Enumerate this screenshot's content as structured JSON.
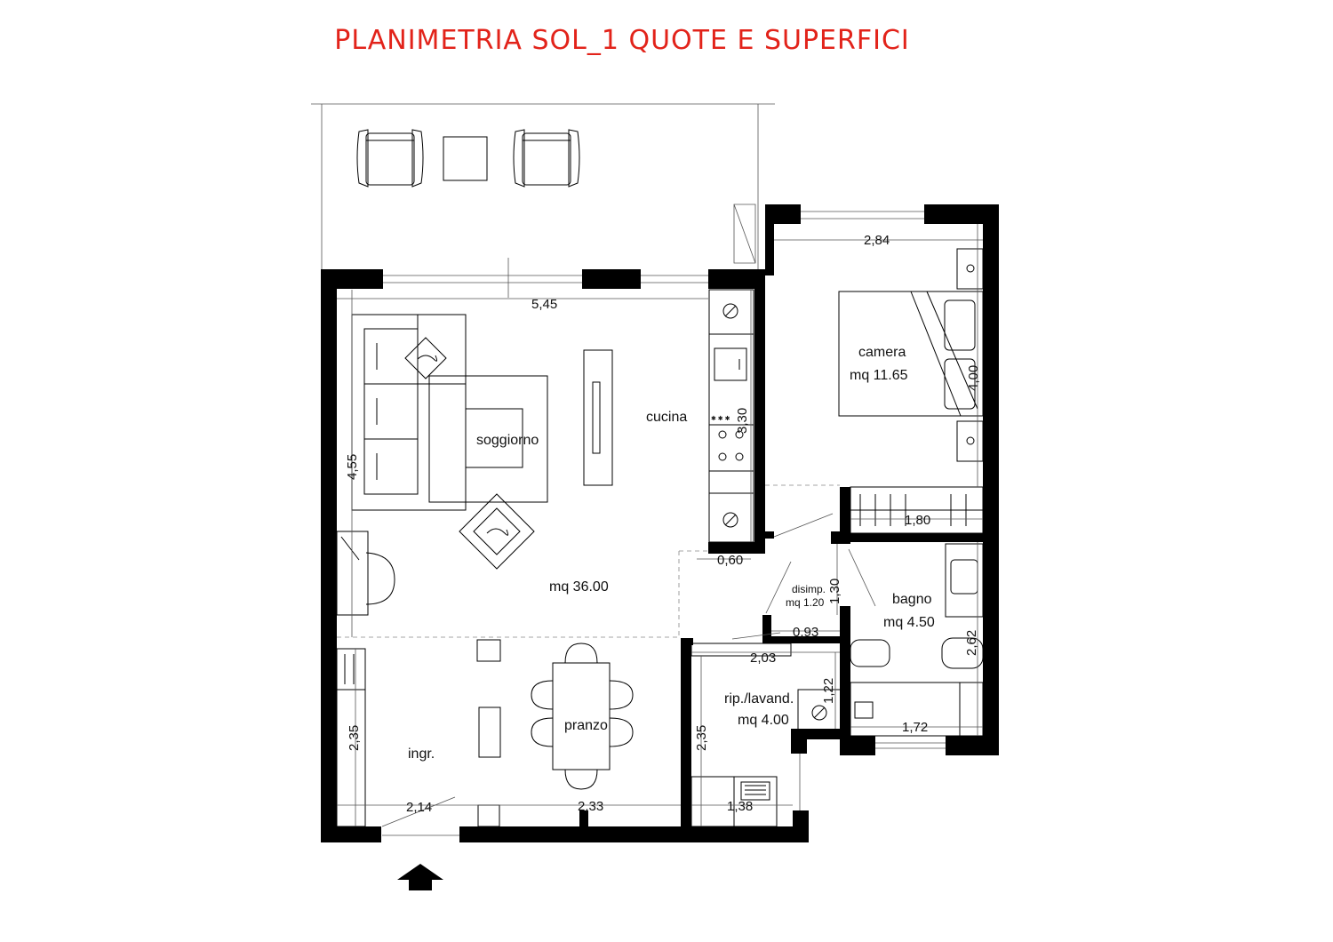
{
  "title": "PLANIMETRIA SOL_1 QUOTE E SUPERFICI",
  "rooms": {
    "soggiorno": {
      "name": "soggiorno"
    },
    "cucina": {
      "name": "cucina"
    },
    "living_area": {
      "area": "mq 36.00"
    },
    "camera": {
      "name": "camera",
      "area": "mq 11.65"
    },
    "bagno": {
      "name": "bagno",
      "area": "mq 4.50"
    },
    "disimp": {
      "name": "disimp.",
      "area": "mq 1.20"
    },
    "ripostiglio": {
      "name": "rip./lavand.",
      "area": "mq 4.00"
    },
    "pranzo": {
      "name": "pranzo"
    },
    "ingresso": {
      "name": "ingr."
    }
  },
  "dimensions": {
    "d545": "5,45",
    "d455": "4,55",
    "d330": "3,30",
    "d284": "2,84",
    "d400": "4,00",
    "d180": "1,80",
    "d060": "0,60",
    "d130": "1,30",
    "d093": "0,93",
    "d203": "2,03",
    "d262": "2,62",
    "d122": "1,22",
    "d172": "1,72",
    "d235a": "2,35",
    "d235b": "2,35",
    "d214": "2,14",
    "d233": "2,33",
    "d138": "1,38"
  }
}
